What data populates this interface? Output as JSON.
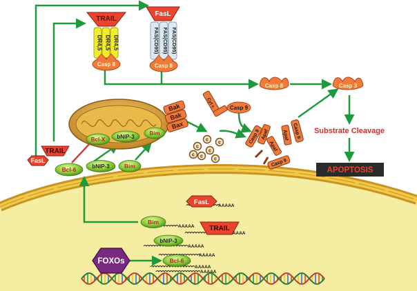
{
  "ligands": {
    "trail_top": "TRAIL",
    "fasl_top": "FasL",
    "trail_left": "TRAIL",
    "fasl_left": "FasL"
  },
  "receptors": {
    "dr": [
      "DR4,5",
      "DR4,5",
      "DR4,5"
    ],
    "fas": [
      "FAS(CD95)",
      "FAS(CD95)",
      "FAS(CD95)"
    ]
  },
  "caspases": {
    "casp8_trail": "Casp 8",
    "casp8_fas": "Casp 8",
    "casp8_mid": "Casp 8",
    "casp3": "Casp 3",
    "casp9_free": "Casp 9",
    "casp9_a": "Casp 9",
    "casp9_b": "Casp 9",
    "casp9_c": "Casp 9"
  },
  "apoptosome": {
    "apaf": [
      "Apaf",
      "Apaf",
      "Apaf"
    ],
    "cyt_c": "Cyt c"
  },
  "mitochondria": {
    "bak": [
      "Bak",
      "Bak"
    ],
    "bax": "Bax",
    "bcl_x": "Bcl-X",
    "bnip3": "bNIP-3",
    "bim": "Bim",
    "cyto_c": [
      "c",
      "c",
      "c",
      "c",
      "c",
      "c",
      "c"
    ]
  },
  "cytoplasm": {
    "bcl6": "Bcl-6",
    "bnip3": "bNIP-3",
    "bim": "Bim"
  },
  "outcomes": {
    "substrate": "Substrate Cleavage",
    "apoptosis": "APOPTOSIS"
  },
  "nucleus": {
    "foxos": "FOXOs",
    "bim": "Bim",
    "bnip3": "bNIP-3",
    "bcl6": "Bcl-6",
    "fasl": "FasL",
    "trail": "TRAIL",
    "polya": [
      "AAAAA",
      "AAAAA",
      "AAAAA",
      "AAAAA",
      "AAAAA",
      "AAAAA",
      "AAAAA"
    ]
  },
  "colors": {
    "arrow": "#1e9a3c",
    "inhibit": "#d93b3b",
    "ligand": "#e8442e",
    "ligand_dark": "#8b1a14",
    "green_oval": "#8fcf3a",
    "casp": "#f07a3a",
    "cell": "#f7f0a8",
    "membrane": "#e7b93a",
    "foxo": "#7a2a7e",
    "apoptosis_bg": "#2b2b2b",
    "substrate_text": "#d62b2b"
  }
}
